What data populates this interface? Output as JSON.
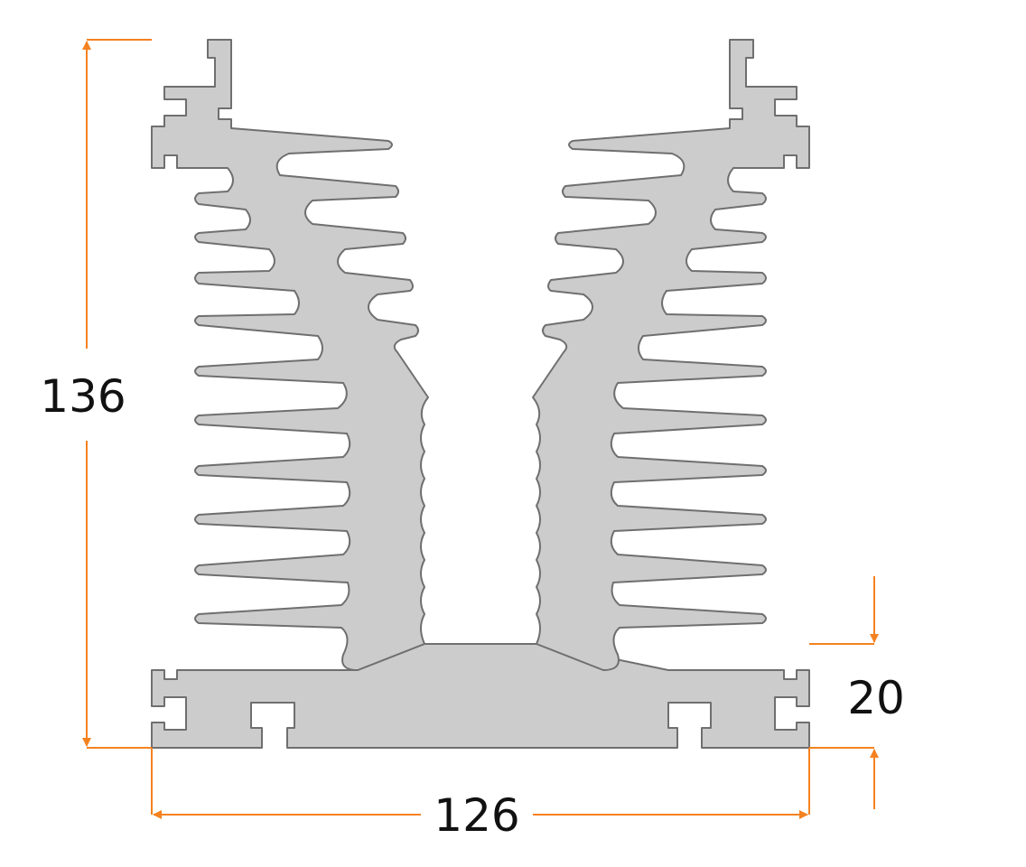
{
  "dimensions": {
    "height": {
      "value": "136"
    },
    "width": {
      "value": "126"
    },
    "base_thickness": {
      "value": "20"
    }
  },
  "colors": {
    "profile_fill": "#cccccc",
    "profile_stroke": "#6f6f6f",
    "dimension_line": "#f58220",
    "text": "#111111"
  }
}
